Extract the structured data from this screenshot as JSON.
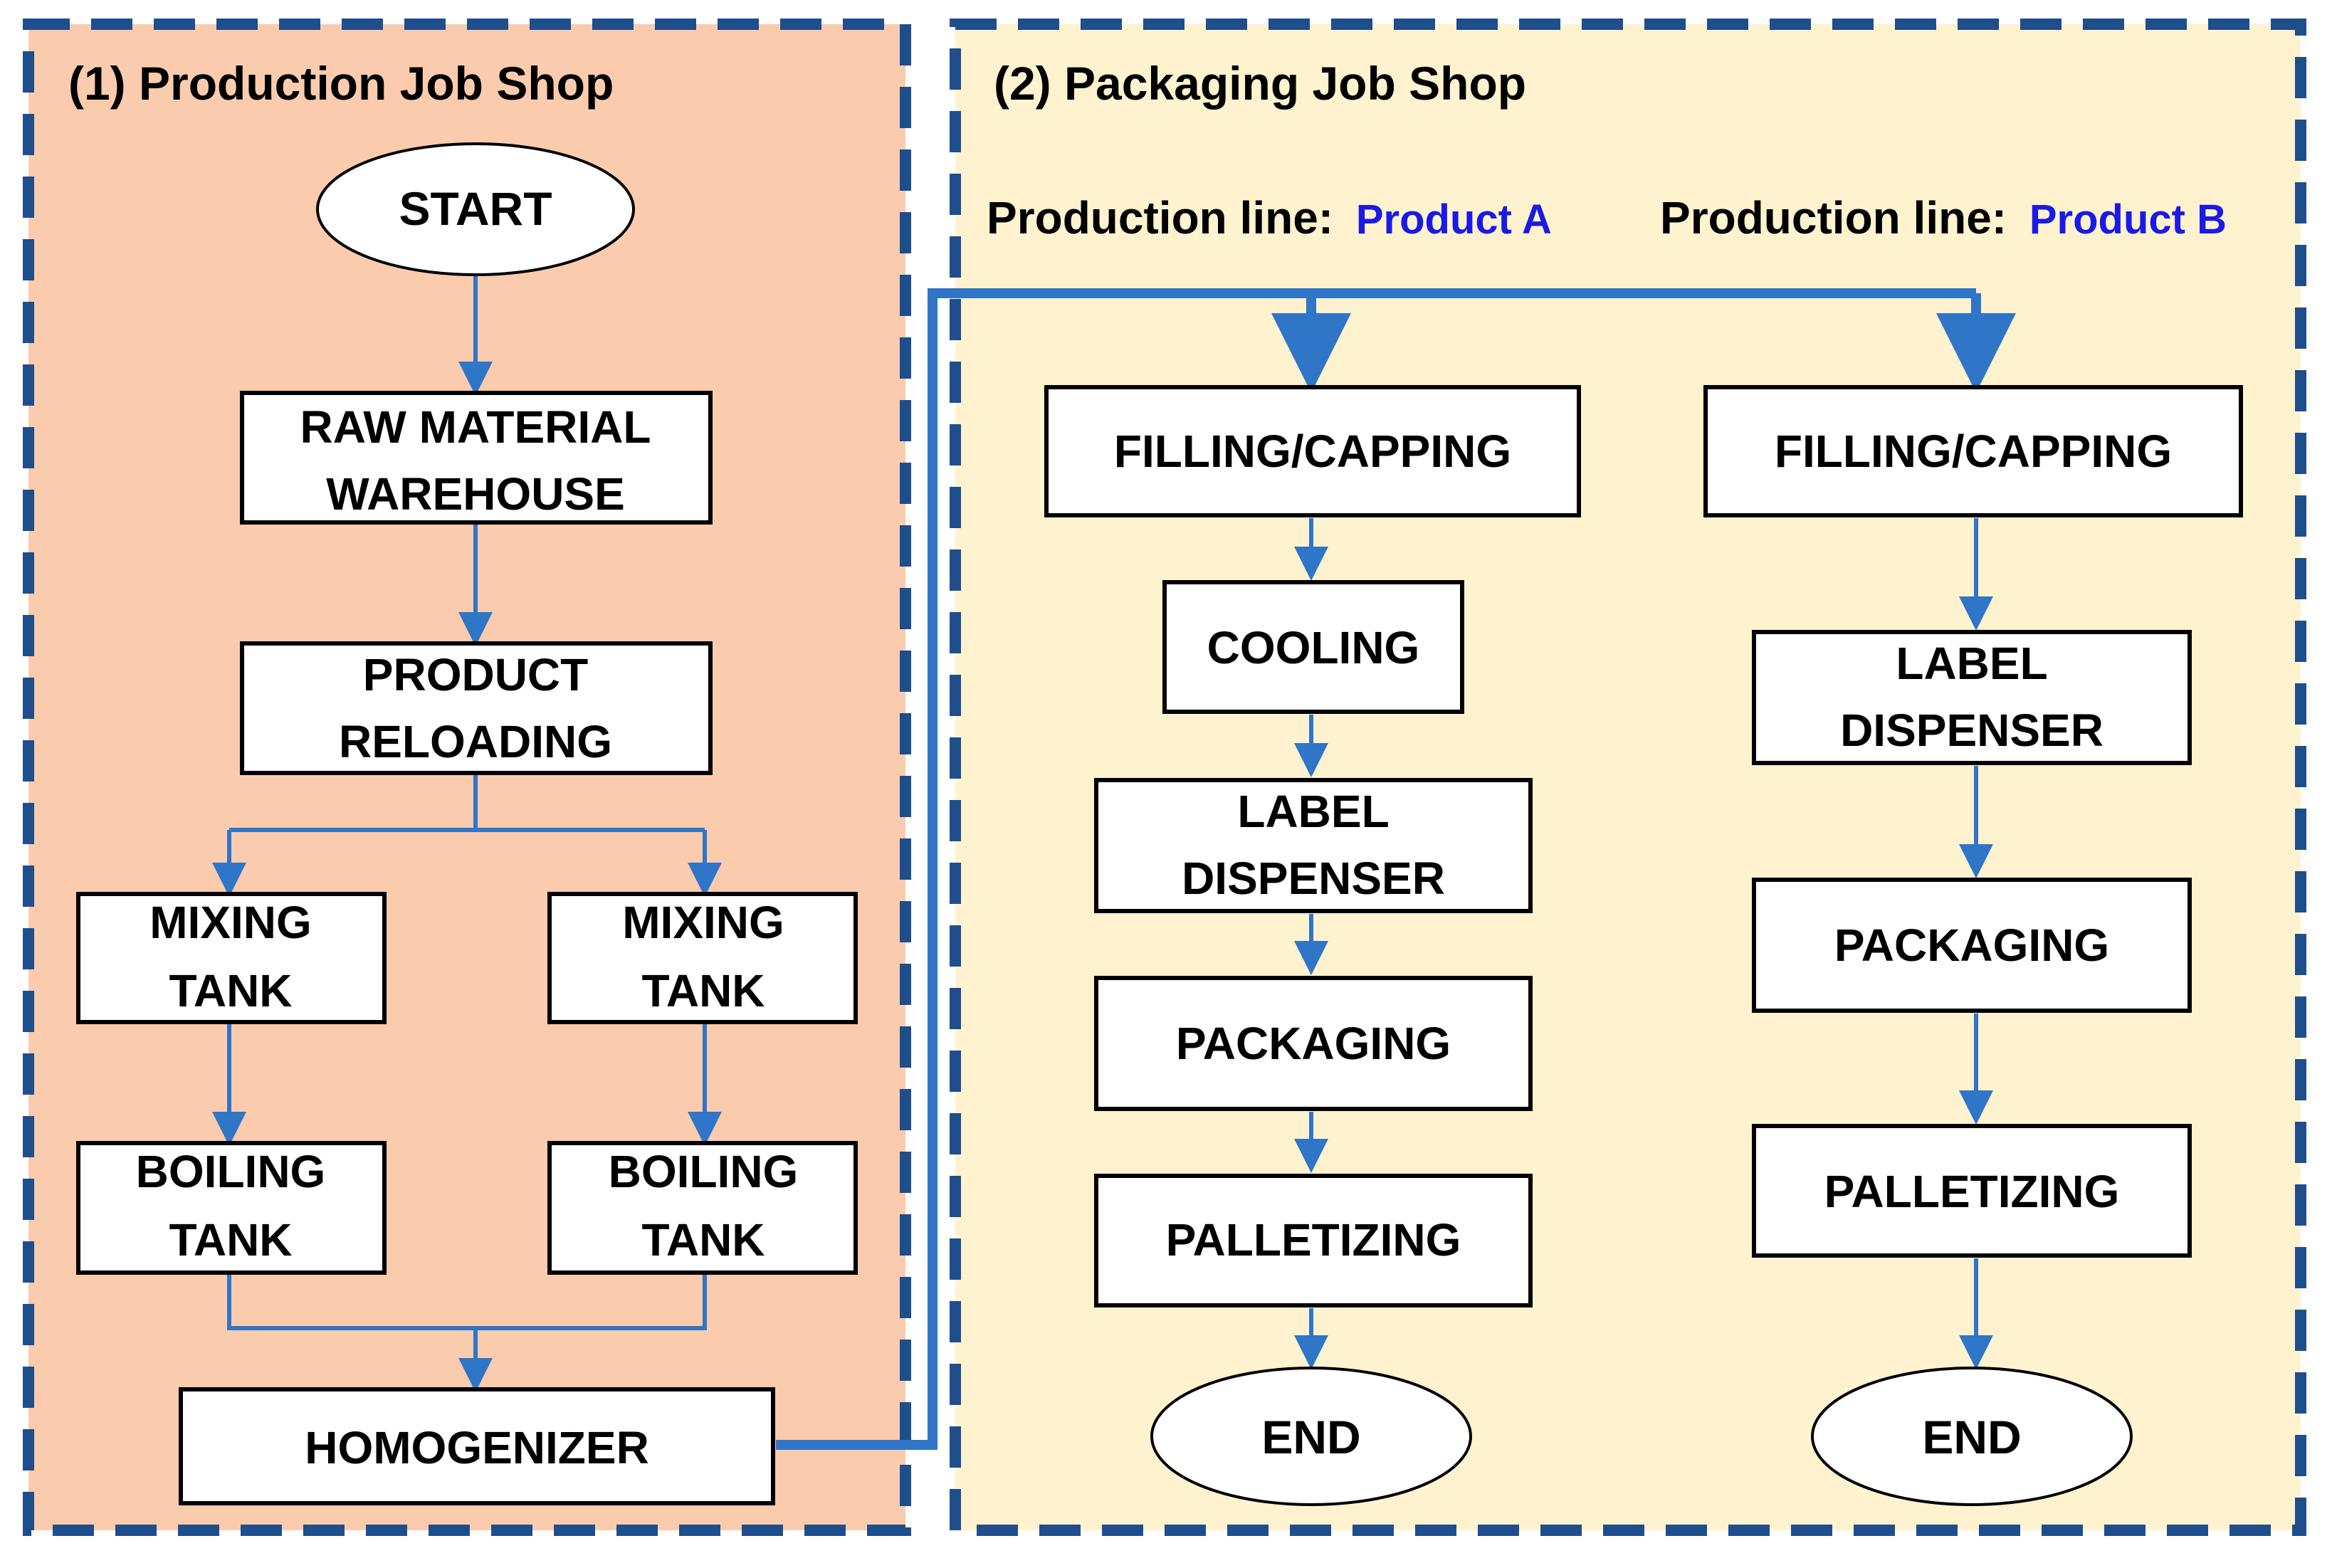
{
  "colors": {
    "production_panel_fill": "#FBCBAE",
    "packaging_panel_fill": "#FEF2CF",
    "panel_border": "#1F4E8C",
    "arrow": "#2F75C8",
    "box_fill": "#FFFFFF",
    "box_border": "#000000",
    "product_label": "#1A1AE6"
  },
  "production_shop": {
    "title": "(1) Production Job Shop",
    "start": "START",
    "raw_material": [
      "RAW MATERIAL",
      "WAREHOUSE"
    ],
    "product_reloading": [
      "PRODUCT",
      "RELOADING"
    ],
    "mixing_tank_left": [
      "MIXING",
      "TANK"
    ],
    "mixing_tank_right": [
      "MIXING",
      "TANK"
    ],
    "boiling_tank_left": [
      "BOILING",
      "TANK"
    ],
    "boiling_tank_right": [
      "BOILING",
      "TANK"
    ],
    "homogenizer": "HOMOGENIZER"
  },
  "packaging_shop": {
    "title": "(2) Packaging Job Shop",
    "line_a": {
      "label": "Production line:",
      "product": "Product  A",
      "filling_capping": "FILLING/CAPPING",
      "cooling": "COOLING",
      "label_dispenser": [
        "LABEL",
        "DISPENSER"
      ],
      "packaging": "PACKAGING",
      "palletizing": "PALLETIZING",
      "end": "END"
    },
    "line_b": {
      "label": "Production line:",
      "product": "Product  B",
      "filling_capping": "FILLING/CAPPING",
      "label_dispenser": [
        "LABEL",
        "DISPENSER"
      ],
      "packaging": "PACKAGING",
      "palletizing": "PALLETIZING",
      "end": "END"
    }
  }
}
